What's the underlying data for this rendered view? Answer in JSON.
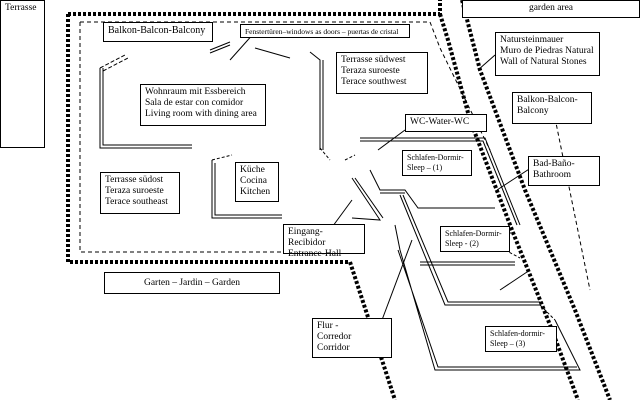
{
  "labels": {
    "terrasse_left": "Terrasse",
    "garden_area": "garden area",
    "balkon_top": "Balkon-Balcon-Balcony",
    "fenster": "Fenstertüren–windows as doors – puertas de cristal",
    "nat_stone": [
      "Natursteinmauer",
      "Muro de Piedras Natural",
      "Wall of Natural Stones"
    ],
    "terrasse_sw": [
      "Terrasse südwest",
      "Teraza suroeste",
      "Terace southwest"
    ],
    "wohnraum": [
      "Wohnraum mit Essbereich",
      "Sala de estar con comidor",
      "Living room with dining area"
    ],
    "balkon_right": [
      "Balkon-Balcon-",
      "Balcony"
    ],
    "wc": "WC-Water-WC",
    "schlafen1": [
      "Schlafen-Dormir-",
      "Sleep – (1)"
    ],
    "bad": [
      "Bad-Baño-",
      "Bathroom"
    ],
    "kueche": [
      "Küche",
      "Cocina",
      "Kitchen"
    ],
    "terrasse_so": [
      "Terrasse südost",
      "Teraza suroeste",
      "Terace southeast"
    ],
    "schlafen2": [
      "Schlafen-Dormir-",
      "Sleep - (2)"
    ],
    "eingang": [
      "Eingang-Recibidor",
      "Entrance-Hall"
    ],
    "garten": "Garten – Jardin – Garden",
    "flur": [
      "Flur -",
      "Corredor",
      "Corridor"
    ],
    "schlafen3": [
      "Schlafen-dormir-",
      "Sleep – (3)"
    ]
  }
}
